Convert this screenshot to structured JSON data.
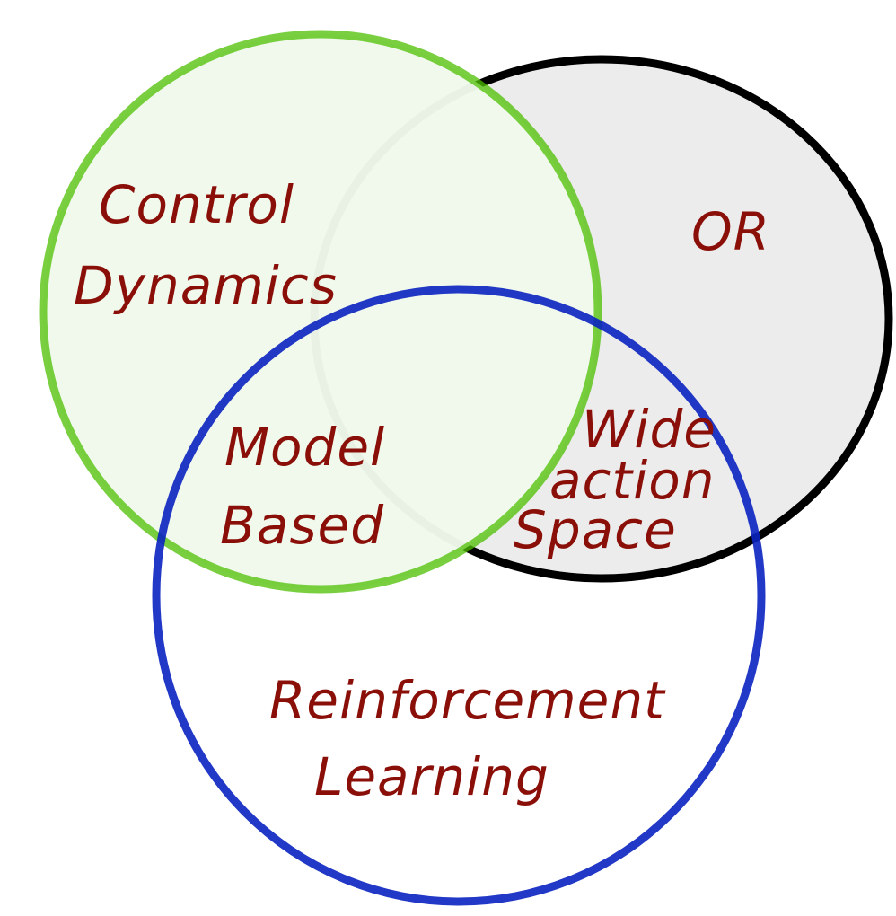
{
  "colors": {
    "control_stroke": "#4cbf00",
    "control_fill": "#f1f9ec",
    "or_stroke": "#000000",
    "or_fill": "#ececec",
    "rl_stroke": "#0a22c0",
    "text": "#8a0f08"
  },
  "sets": {
    "control_dynamics": {
      "line1": "Control",
      "line2": "Dynamics"
    },
    "or": {
      "label": "OR"
    },
    "reinforcement_learning": {
      "line1": "Reinforcement",
      "line2": "Learning"
    }
  },
  "intersections": {
    "model_based": {
      "line1": "Model",
      "line2": "Based"
    },
    "wide_action_space": {
      "line1": "Wide",
      "line2": "action",
      "line3": "Space"
    }
  }
}
